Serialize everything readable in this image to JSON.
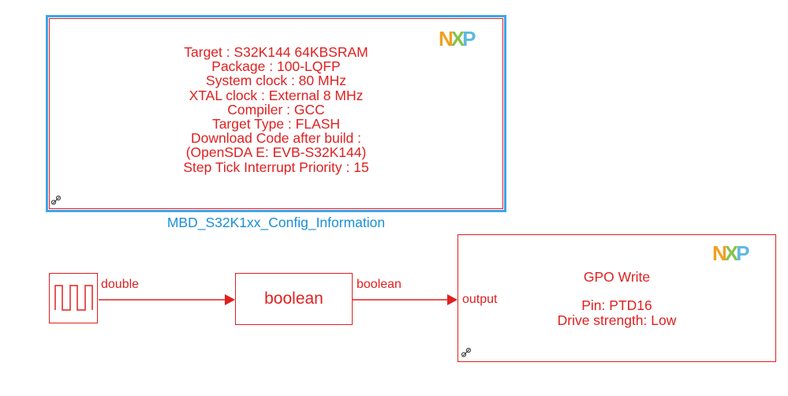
{
  "config_block": {
    "lines": [
      "Target : S32K144 64KBSRAM",
      "Package : 100-LQFP",
      "System clock : 80 MHz",
      "XTAL clock : External 8 MHz",
      "Compiler : GCC",
      "Target Type : FLASH",
      "Download Code after build :",
      "(OpenSDA E: EVB-S32K144)",
      "Step Tick Interrupt Priority : 15"
    ],
    "name": "MBD_S32K1xx_Config_Information",
    "logo_text": "NXP"
  },
  "pulse_block": {
    "output_signal": "double"
  },
  "convert_block": {
    "label": "boolean",
    "output_signal": "boolean"
  },
  "gpo_block": {
    "title": "GPO Write",
    "pin": "Pin: PTD16",
    "drive": "Drive strength: Low",
    "port_label": "output",
    "logo_text": "NXP"
  },
  "colors": {
    "block_red": "#e02020",
    "selection_blue": "#3fa5e8",
    "label_blue": "#1a8fd8"
  }
}
